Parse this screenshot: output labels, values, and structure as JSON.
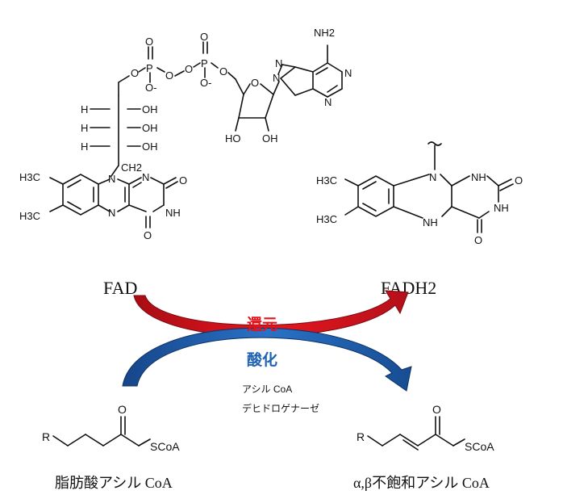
{
  "fad": {
    "name": "FAD",
    "atoms": {
      "nh2": "NH2",
      "n": "N",
      "o": "O",
      "p": "P",
      "o_minus": "O-",
      "h": "H",
      "oh": "OH",
      "ho": "HO",
      "ch2": "CH2",
      "h3c": "H3C",
      "nh": "NH"
    }
  },
  "fadh2": {
    "name": "FADH2",
    "atoms": {
      "n": "N",
      "nh": "NH",
      "o": "O",
      "h3c": "H3C"
    }
  },
  "reactions": {
    "reduction": "還元",
    "oxidation": "酸化",
    "enzyme_line1": "アシル CoA",
    "enzyme_line2": "デヒドロゲナーゼ"
  },
  "substrate": {
    "name": "脂肪酸アシル CoA",
    "r": "R",
    "o": "O",
    "scoa": "SCoA"
  },
  "product": {
    "name": "α,β不飽和アシル CoA",
    "r": "R",
    "o": "O",
    "scoa": "SCoA"
  },
  "colors": {
    "reduction": "#e0121b",
    "oxidation": "#1f63b3",
    "arrow_red": "#d9141d",
    "arrow_blue": "#1e5fb0"
  }
}
